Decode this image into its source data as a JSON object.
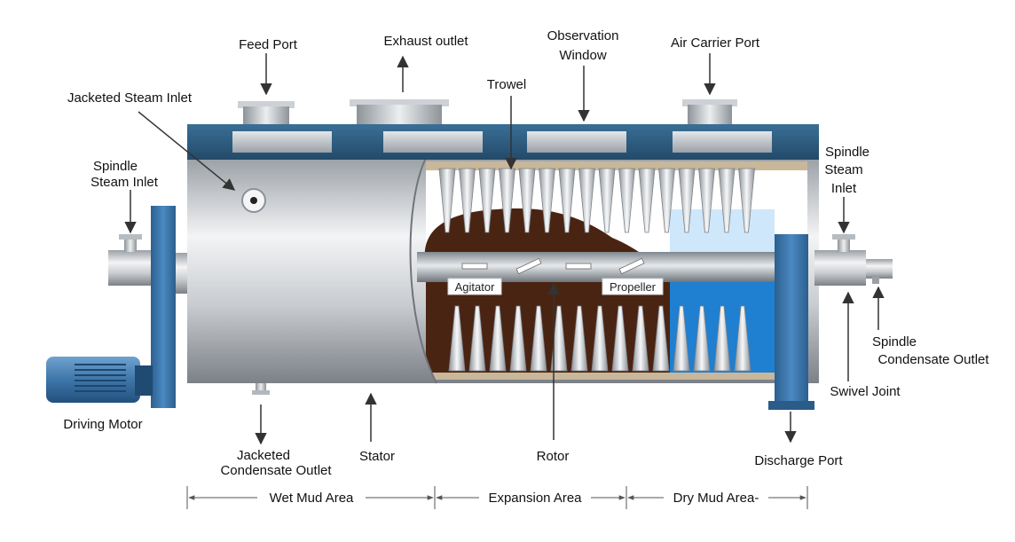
{
  "labels": {
    "feed_port": "Feed Port",
    "exhaust_outlet": "Exhaust outlet",
    "observation_window_line1": "Observation",
    "observation_window_line2": "Window",
    "air_carrier_port": "Air Carrier Port",
    "trowel": "Trowel",
    "jacketed_steam_inlet": "Jacketed Steam Inlet",
    "spindle_steam_inlet_left_line1": "Spindle",
    "spindle_steam_inlet_left_line2": "Steam Inlet",
    "spindle_steam_inlet_right_line1": "Spindle",
    "spindle_steam_inlet_right_line2": "Steam",
    "spindle_steam_inlet_right_line3": "Inlet",
    "agitator": "Agitator",
    "propeller": "Propeller",
    "driving_motor": "Driving Motor",
    "jacketed_condensate_outlet_line1": "Jacketed",
    "jacketed_condensate_outlet_line2": "Condensate Outlet",
    "stator": "Stator",
    "rotor": "Rotor",
    "discharge_port": "Discharge Port",
    "spindle_condensate_outlet_line1": "Spindle",
    "spindle_condensate_outlet_line2": "Condensate Outlet",
    "swivel_joint": "Swivel Joint",
    "wet_mud_area": "Wet Mud Area",
    "expansion_area": "Expansion Area",
    "dry_mud_area": "Dry Mud Area-"
  },
  "colors": {
    "top_bar": "#2f5f84",
    "flange": "#3c78b0",
    "mud": "#4a2412",
    "dry_blue": "#1f7fd0",
    "steel_dark": "#8a9097",
    "steel_light": "#eef0f2"
  }
}
